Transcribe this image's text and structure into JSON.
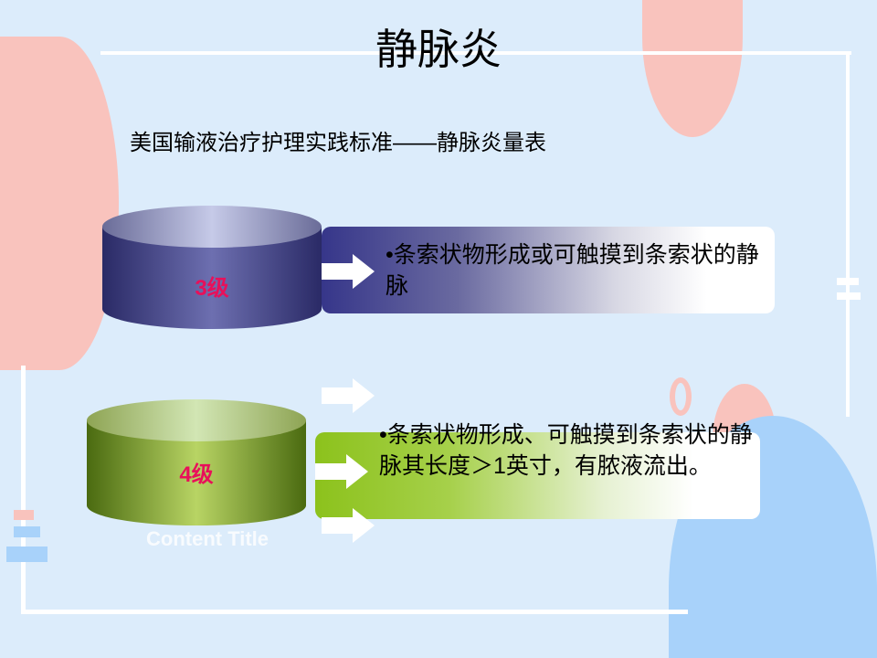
{
  "title": "静脉炎",
  "subtitle": "美国输液治疗护理实践标准——静脉炎量表",
  "levels": [
    {
      "label": "3级",
      "description": "•条索状物形成或可触摸到条索状的静脉"
    },
    {
      "label": "4级",
      "description": "•条索状物形成、可触摸到条索状的静脉其长度＞1英寸，有脓液流出。"
    }
  ],
  "placeholder_title": "Content Title",
  "colors": {
    "background": "#dcecfb",
    "pink": "#f9c3bd",
    "blue": "#a8d2fa",
    "level_text": "#e8105a"
  }
}
